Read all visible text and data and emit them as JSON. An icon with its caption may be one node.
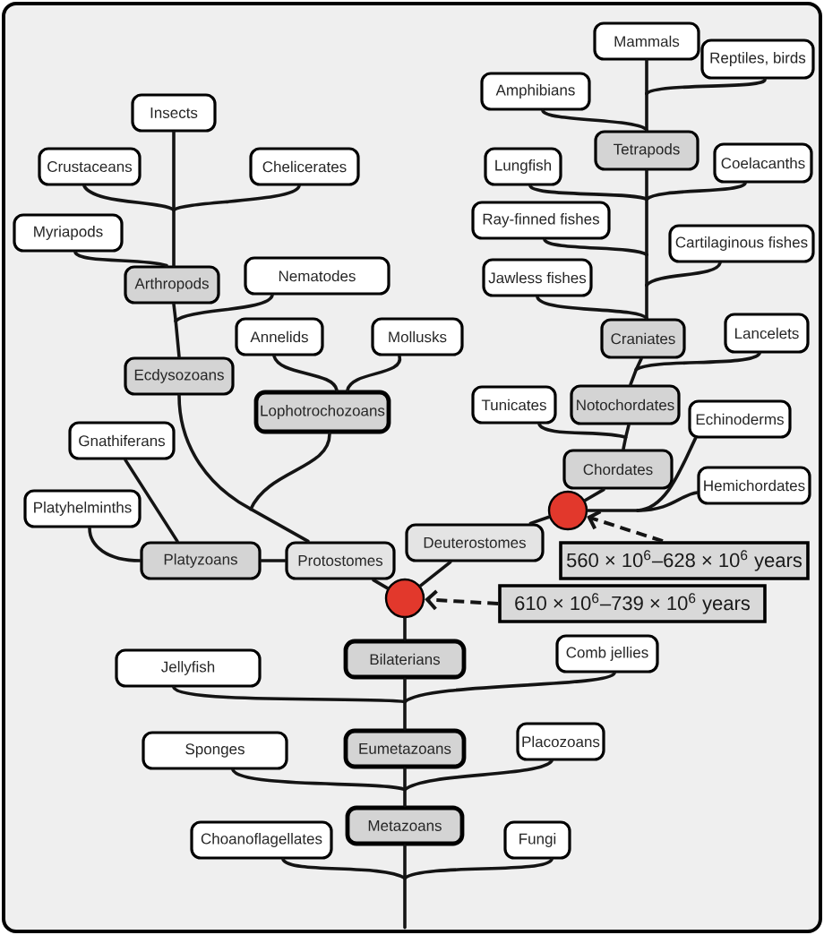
{
  "diagram": {
    "nodes": [
      {
        "text": [
          "Mammals"
        ]
      },
      {
        "text": [
          "Reptiles, birds"
        ]
      },
      {
        "text": [
          "Amphibians"
        ]
      },
      {
        "text": [
          "Insects"
        ]
      },
      {
        "text": [
          "Tetrapods"
        ]
      },
      {
        "text": [
          "Crustaceans"
        ]
      },
      {
        "text": [
          "Chelicerates"
        ]
      },
      {
        "text": [
          "Lungfish"
        ]
      },
      {
        "text": [
          "Coelacanths"
        ]
      },
      {
        "text": [
          "Ray-finned fishes"
        ]
      },
      {
        "text": [
          "Myriapods"
        ]
      },
      {
        "text": [
          "Cartilaginous fishes"
        ]
      },
      {
        "text": [
          "Nematodes"
        ]
      },
      {
        "text": [
          "Jawless fishes"
        ]
      },
      {
        "text": [
          "Arthropods"
        ]
      },
      {
        "text": [
          "Annelids"
        ]
      },
      {
        "text": [
          "Mollusks"
        ]
      },
      {
        "text": [
          "Craniates"
        ]
      },
      {
        "text": [
          "Lancelets"
        ]
      },
      {
        "text": [
          "Ecdysozoans"
        ]
      },
      {
        "text": [
          "Tunicates"
        ]
      },
      {
        "text": [
          "Notochordates"
        ]
      },
      {
        "text": [
          "Lophotrochozoans"
        ]
      },
      {
        "text": [
          "Echinoderms"
        ]
      },
      {
        "text": [
          "Gnathiferans"
        ]
      },
      {
        "text": [
          "Chordates"
        ]
      },
      {
        "text": [
          "Hemichordates"
        ]
      },
      {
        "text": [
          "Platyhelminths"
        ]
      },
      {
        "text": [],
        "shape": "circle"
      },
      {
        "text": [
          "Deuterostomes"
        ]
      },
      {
        "text": [
          "560 × 10$^{6}$–628 × 10$^{6}$ years"
        ]
      },
      {
        "text": [
          "Platyzoans"
        ]
      },
      {
        "text": [
          "Protostomes"
        ]
      },
      {
        "text": [],
        "shape": "circle"
      },
      {
        "text": [
          "610 × 10$^{6}$–739 × 10$^{6}$ years"
        ]
      },
      {
        "text": [
          "Comb jellies"
        ]
      },
      {
        "text": [
          "Jellyfish"
        ]
      },
      {
        "text": [
          "Bilaterians"
        ]
      },
      {
        "text": [
          "Placozoans"
        ]
      },
      {
        "text": [
          "Sponges"
        ]
      },
      {
        "text": [
          "Eumetazoans"
        ]
      },
      {
        "text": [
          "Metazoans"
        ]
      },
      {
        "text": [
          "Choanoflagellates"
        ]
      },
      {
        "text": [
          "Fungi"
        ]
      }
    ],
    "edges": [
      {
        "from": 41,
        "to": null,
        "arrow": "none"
      },
      {
        "from": 41,
        "to": 40,
        "arrow": "none"
      },
      {
        "from": 40,
        "to": 37,
        "arrow": "none"
      },
      {
        "from": 37,
        "to": 33,
        "arrow": "none"
      },
      {
        "from": 33,
        "to": 32,
        "arrow": "none"
      },
      {
        "from": 33,
        "to": 29,
        "arrow": "none"
      },
      {
        "from": 29,
        "to": 28,
        "arrow": "none"
      },
      {
        "from": 28,
        "to": 25,
        "arrow": "none"
      },
      {
        "from": 25,
        "to": 21,
        "arrow": "none"
      },
      {
        "from": 21,
        "to": 17,
        "arrow": "none"
      },
      {
        "from": 17,
        "to": 4,
        "arrow": "none"
      },
      {
        "from": 4,
        "to": 0,
        "arrow": "none"
      },
      {
        "from": 32,
        "to": 19,
        "arrow": "none"
      },
      {
        "from": 19,
        "to": 14,
        "arrow": "none"
      },
      {
        "from": 14,
        "to": 3,
        "arrow": "none"
      },
      {
        "from": 41,
        "to": 42,
        "arrow": "none"
      },
      {
        "from": 41,
        "to": 43,
        "arrow": "none"
      },
      {
        "from": 41,
        "to": 39,
        "arrow": "none"
      },
      {
        "from": 41,
        "to": 38,
        "arrow": "none"
      },
      {
        "from": 40,
        "to": 36,
        "arrow": "none"
      },
      {
        "from": 40,
        "to": 35,
        "arrow": "none"
      },
      {
        "from": 32,
        "to": 22,
        "arrow": "none"
      },
      {
        "from": 32,
        "to": 31,
        "arrow": "none"
      },
      {
        "from": 22,
        "to": 15,
        "arrow": "none"
      },
      {
        "from": 22,
        "to": 16,
        "arrow": "none"
      },
      {
        "from": 31,
        "to": 24,
        "arrow": "none"
      },
      {
        "from": 31,
        "to": 27,
        "arrow": "none"
      },
      {
        "from": 19,
        "to": 12,
        "arrow": "none"
      },
      {
        "from": 14,
        "to": 5,
        "arrow": "none"
      },
      {
        "from": 14,
        "to": 6,
        "arrow": "none"
      },
      {
        "from": 14,
        "to": 10,
        "arrow": "none"
      },
      {
        "from": 28,
        "to": 23,
        "arrow": "none"
      },
      {
        "from": 28,
        "to": 26,
        "arrow": "none"
      },
      {
        "from": 25,
        "to": 20,
        "arrow": "none"
      },
      {
        "from": 21,
        "to": 18,
        "arrow": "none"
      },
      {
        "from": 17,
        "to": 13,
        "arrow": "none"
      },
      {
        "from": 17,
        "to": 11,
        "arrow": "none"
      },
      {
        "from": 17,
        "to": 9,
        "arrow": "none"
      },
      {
        "from": 17,
        "to": 7,
        "arrow": "none"
      },
      {
        "from": 17,
        "to": 8,
        "arrow": "none"
      },
      {
        "from": 4,
        "to": 2,
        "arrow": "none"
      },
      {
        "from": 4,
        "to": 1,
        "arrow": "none"
      },
      {
        "from": 30,
        "to": 28,
        "arrow": "to",
        "style": "dashed"
      },
      {
        "from": 34,
        "to": 33,
        "arrow": "to",
        "style": "dashed"
      }
    ]
  }
}
